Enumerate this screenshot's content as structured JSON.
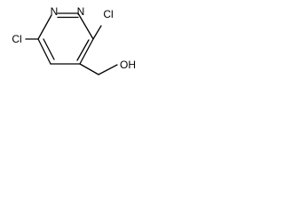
{
  "structure": {
    "atoms": {
      "n1": "N",
      "n2": "N",
      "cl_top": "Cl",
      "cl_bottom": "Cl",
      "hydroxyl": "OH"
    }
  }
}
